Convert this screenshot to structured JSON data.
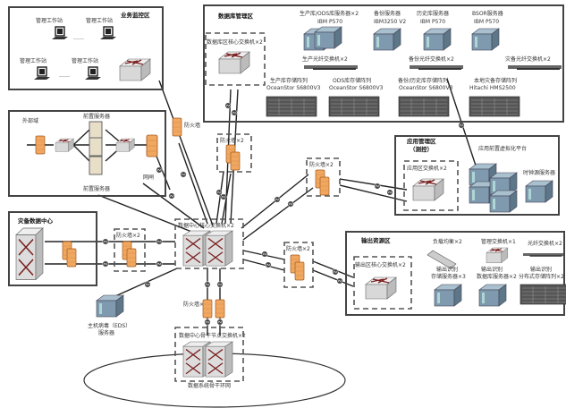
{
  "zones": {
    "business_monitor": {
      "title": "业务监控区",
      "workstation": "管理工作站",
      "ellipsis": "……"
    },
    "database": {
      "title": "数据库管理区",
      "core_switch": "数据库区核心交换机×2",
      "servers": [
        {
          "name": "生产库/ODS库服务器×2",
          "model": "IBM P570"
        },
        {
          "name": "备份服务器",
          "model": "IBM3250 V2"
        },
        {
          "name": "历史库服务器",
          "model": "IBM P570"
        },
        {
          "name": "BSOR服务器",
          "model": "IBM P570"
        }
      ],
      "fc_switches": [
        "生产光纤交换机×2",
        "备份光纤交换机×2",
        "灾备光纤交换机×2"
      ],
      "storage": [
        {
          "name": "生产库存储阵列",
          "model": "OceanStor S6800V3"
        },
        {
          "name": "ODS库存储阵列",
          "model": "OceanStor S6800V3"
        },
        {
          "name": "备份/历史库存储阵列",
          "model": "OceanStor S6800V3"
        },
        {
          "name": "本地灾备存储阵列",
          "model": "Hitachi HMS2500"
        }
      ]
    },
    "external": {
      "title": "外部域",
      "front_server": "前置服务器",
      "gateway": "网闸"
    },
    "firewall": "防火墙",
    "firewall_x2": "防火墙×2",
    "disaster": {
      "title": "灾备数据中心"
    },
    "core": {
      "title": "数据中心核心交换机×2"
    },
    "app": {
      "title": "应用管理区",
      "subtitle": "（测控）",
      "switch": "应用区交换机×2",
      "platform": "应用前置虚拟化平台",
      "clock": "时钟源服务器"
    },
    "output": {
      "title": "输出资源区",
      "core_switch": "输出区核心交换机×2",
      "lb": "负载均衡×2",
      "mgmt_switch": "管理交换机×1",
      "fc_switch": "光纤交换机×2",
      "storage_server": [
        "输出识别",
        "存储服务器×3"
      ],
      "db_server": [
        "输出识别",
        "数据库服务器×2"
      ],
      "dist_storage": [
        "输出识别",
        "分布式存储阵列×2"
      ]
    },
    "antivirus": {
      "line1": "主机病毒（EDS）",
      "line2": "服务器"
    },
    "backbone": {
      "switch": "数据中心骨干节点交换机×2",
      "ring": "数据系统骨干环网"
    }
  },
  "colors": {
    "firewall": "#f0a860",
    "server": "#7f9aae",
    "switch": "#d8d8d8",
    "arrow": "#7a2020"
  }
}
